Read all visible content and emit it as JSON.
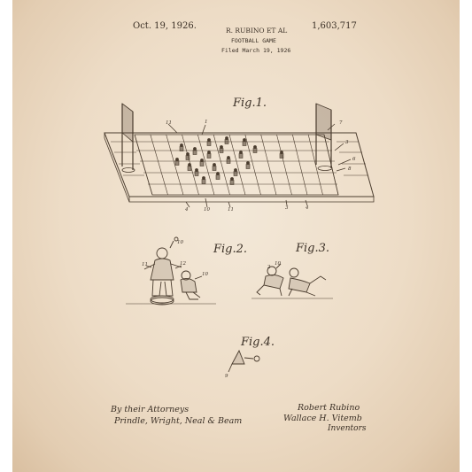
{
  "document": {
    "date": "Oct. 19, 1926.",
    "inventor_header": "R. RUBINO ET AL",
    "patent_number": "1,603,717",
    "title": "FOOTBALL GAME",
    "filed": "Filed March 19, 1926"
  },
  "figures": {
    "fig1": "Fig.1.",
    "fig2": "Fig.2.",
    "fig3": "Fig.3.",
    "fig4": "Fig.4."
  },
  "signatures": {
    "attorneys_line": "By their Attorneys",
    "attorneys_firm": "Prindle, Wright, Neal & Beam",
    "inventor_1": "Robert Rubino",
    "inventor_2": "Wallace H. Vitemb",
    "inventors_label": "Inventors"
  },
  "colors": {
    "paper": "#eddcc6",
    "ink": "#3b3026"
  }
}
